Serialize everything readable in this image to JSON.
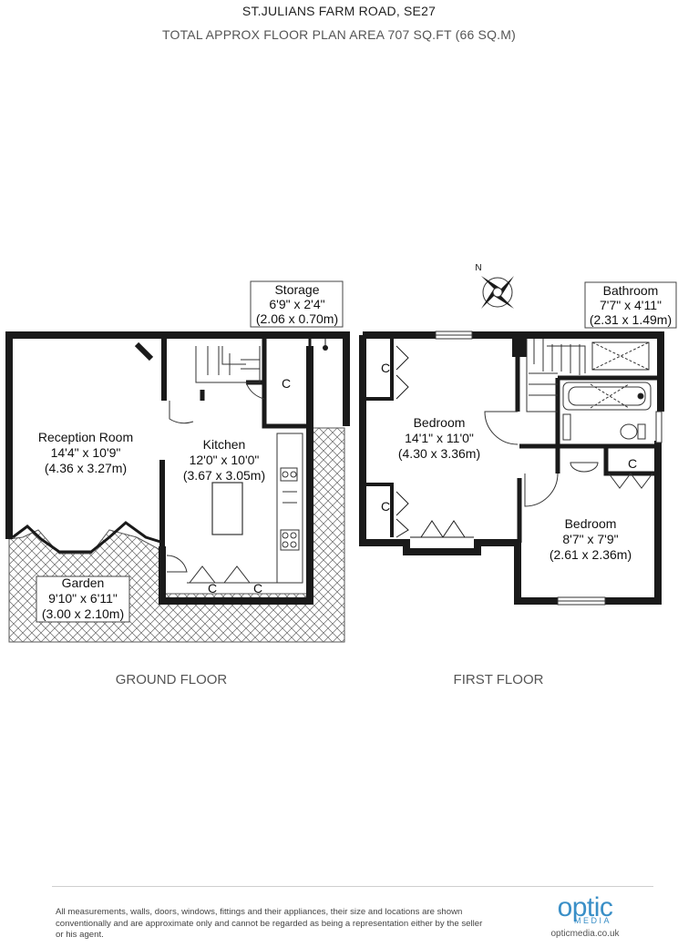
{
  "header": {
    "address": "ST.JULIANS FARM ROAD, SE27",
    "area": "TOTAL APPROX FLOOR PLAN AREA 707 SQ.FT (66 SQ.M)"
  },
  "ground_floor": {
    "label": "GROUND FLOOR",
    "reception": {
      "name": "Reception Room",
      "imperial": "14'4\" x 10'9\"",
      "metric": "(4.36 x 3.27m)"
    },
    "kitchen": {
      "name": "Kitchen",
      "imperial": "12'0\" x 10'0\"",
      "metric": "(3.67 x 3.05m)"
    },
    "storage": {
      "name": "Storage",
      "imperial": "6'9\" x 2'4\"",
      "metric": "(2.06 x 0.70m)"
    },
    "garden": {
      "name": "Garden",
      "imperial": "9'10\" x 6'11\"",
      "metric": "(3.00 x 2.10m)"
    },
    "cupboard_label": "C"
  },
  "first_floor": {
    "label": "FIRST FLOOR",
    "bedroom1": {
      "name": "Bedroom",
      "imperial": "14'1\" x 11'0\"",
      "metric": "(4.30 x 3.36m)"
    },
    "bedroom2": {
      "name": "Bedroom",
      "imperial": "8'7\" x 7'9\"",
      "metric": "(2.61 x 2.36m)"
    },
    "bathroom": {
      "name": "Bathroom",
      "imperial": "7'7\" x 4'11\"",
      "metric": "(2.31 x 1.49m)"
    },
    "cupboard_label": "C",
    "compass_label": "N"
  },
  "footer": {
    "disclaimer": "All measurements, walls, doors, windows, fittings and their appliances, their size and locations are shown conventionally and are approximate only and cannot be regarded as being a representation either by the seller or his agent.",
    "logo_main": "optic",
    "logo_sub": "MEDIA",
    "url": "opticmedia.co.uk"
  },
  "colors": {
    "wall": "#1a1a1a",
    "hatch": "#555555",
    "logo": "#3a8fc7"
  }
}
